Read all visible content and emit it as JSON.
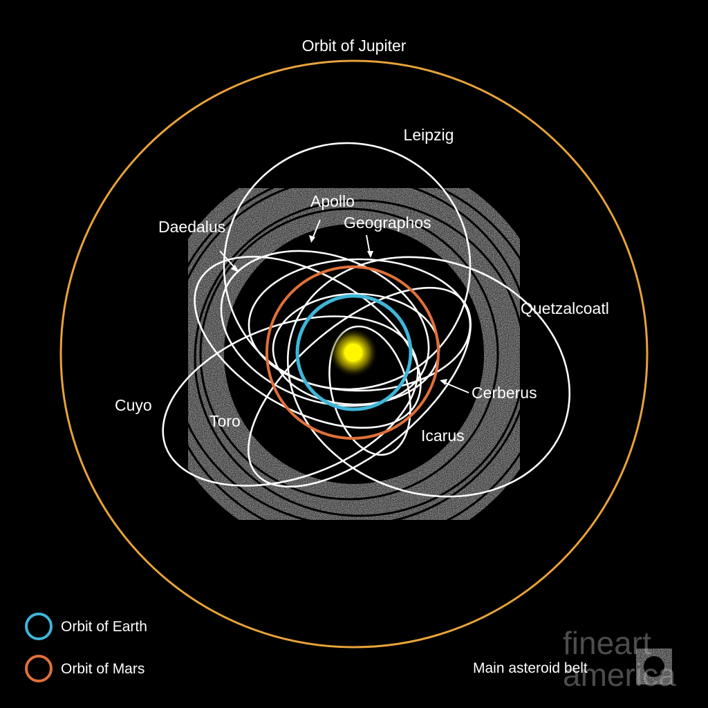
{
  "title": "Orbit of Jupiter",
  "asteroids": {
    "leipzig": "Leipzig",
    "apollo": "Apollo",
    "geographos": "Geographos",
    "daedalus": "Daedalus",
    "quetzalcoatl": "Quetzalcoatl",
    "cuyo": "Cuyo",
    "toro": "Toro",
    "cerberus": "Cerberus",
    "icarus": "Icarus"
  },
  "legend": {
    "earth": "Orbit of Earth",
    "mars": "Orbit of Mars",
    "belt": "Main asteroid belt"
  },
  "watermark": {
    "line1": "fineart",
    "line2": "america"
  },
  "colors": {
    "background": "#000000",
    "jupiter_orbit": "#e8a33a",
    "earth_orbit": "#3fb6d8",
    "mars_orbit": "#e0703a",
    "sun": "#ffee00",
    "asteroid_orbit": "#ffffff",
    "belt": "#9a9a9a"
  }
}
